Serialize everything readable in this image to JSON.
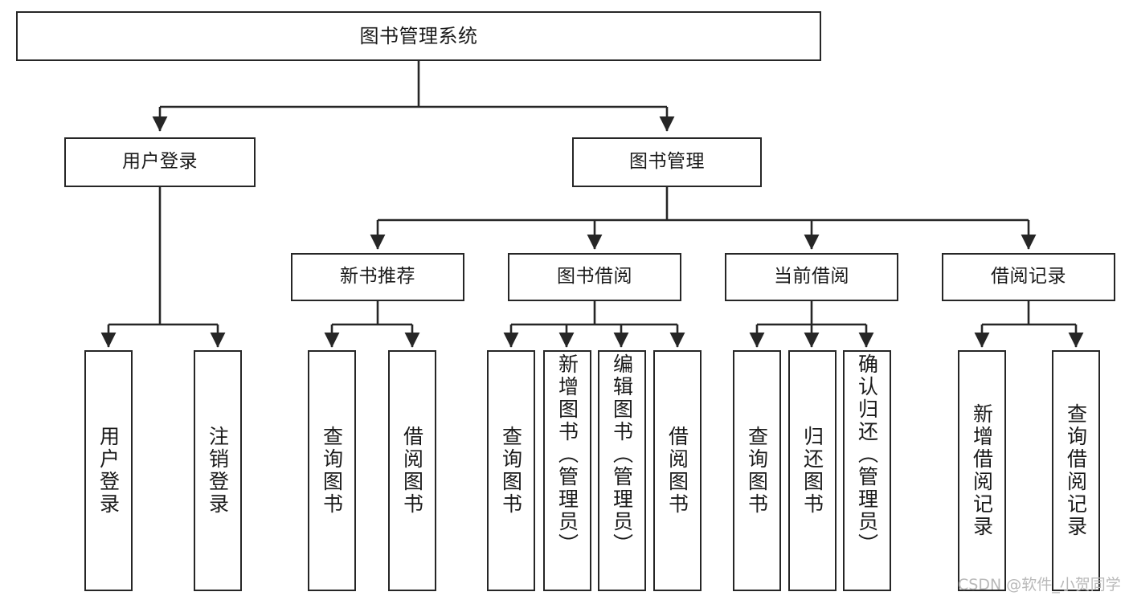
{
  "diagram": {
    "title": "图书管理系统",
    "type": "tree-hierarchy-chart",
    "line_color": "#262626",
    "box_fill": "#ffffff",
    "text_color": "#1a1a1a"
  },
  "nodes": {
    "root": {
      "label": "图书管理系统"
    },
    "level2": [
      {
        "label": "用户登录"
      },
      {
        "label": "图书管理"
      }
    ],
    "level3": [
      {
        "label": "新书推荐"
      },
      {
        "label": "图书借阅"
      },
      {
        "label": "当前借阅"
      },
      {
        "label": "借阅记录"
      }
    ],
    "leaves": {
      "user_login": [
        {
          "label": "用户登录"
        },
        {
          "label": "注销登录"
        }
      ],
      "new_book_recommend": [
        {
          "label": "查询图书"
        },
        {
          "label": "借阅图书"
        }
      ],
      "book_borrow": [
        {
          "label": "查询图书"
        },
        {
          "label": "新增图书（管理员）"
        },
        {
          "label": "编辑图书（管理员）"
        },
        {
          "label": "借阅图书"
        }
      ],
      "current_borrow": [
        {
          "label": "查询图书"
        },
        {
          "label": "归还图书"
        },
        {
          "label": "确认归还（管理员）"
        }
      ],
      "borrow_record": [
        {
          "label": "新增借阅记录"
        },
        {
          "label": "查询借阅记录"
        }
      ]
    }
  },
  "watermark": {
    "text": "CSDN @软件_小贺同学"
  }
}
